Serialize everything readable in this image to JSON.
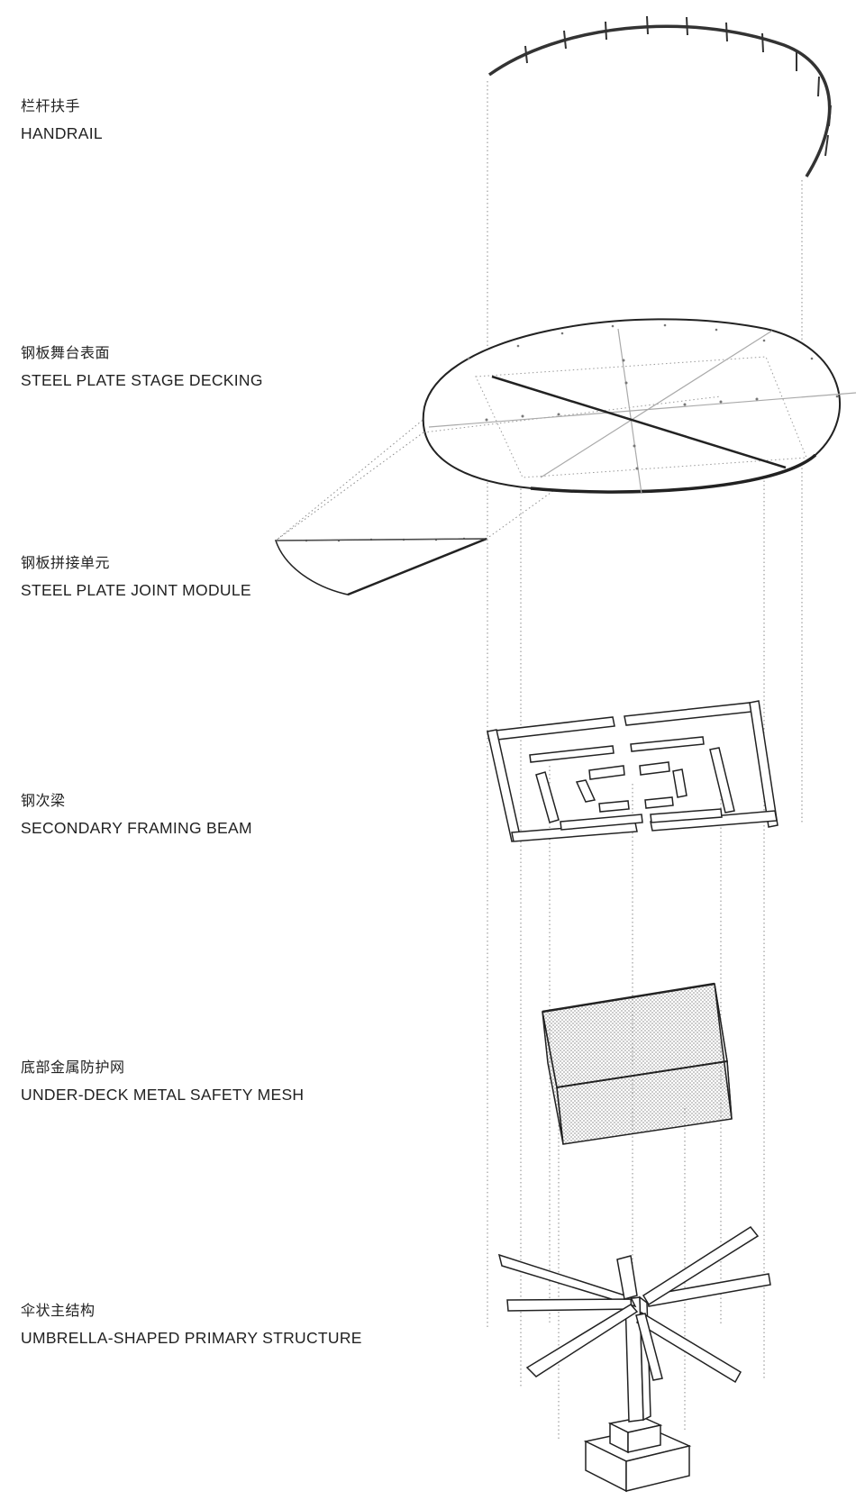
{
  "labels": [
    {
      "cn": "栏杆扶手",
      "en": "HANDRAIL"
    },
    {
      "cn": "钢板舞台表面",
      "en": "STEEL PLATE STAGE DECKING"
    },
    {
      "cn": "钢板拼接单元",
      "en": "STEEL PLATE JOINT MODULE"
    },
    {
      "cn": "钢次梁",
      "en": "SECONDARY FRAMING BEAM"
    },
    {
      "cn": "底部金属防护网",
      "en": "UNDER-DECK METAL SAFETY MESH"
    },
    {
      "cn": "伞状主结构",
      "en": "UMBRELLA-SHAPED PRIMARY STRUCTURE"
    }
  ]
}
